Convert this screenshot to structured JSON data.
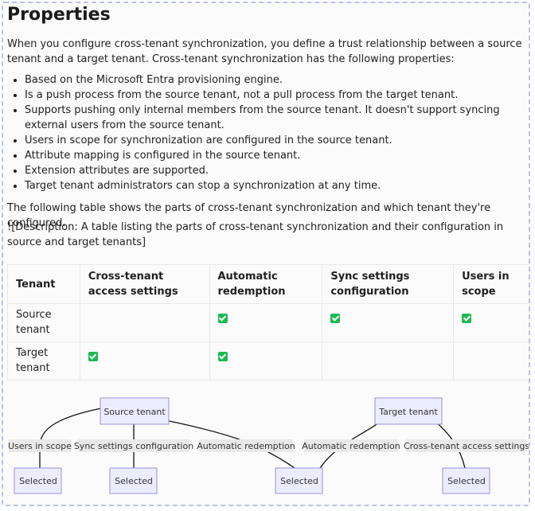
{
  "heading": "Properties",
  "intro": "When you configure cross-tenant synchronization, you define a trust relationship between a source tenant and a target tenant. Cross-tenant synchronization has the following properties:",
  "bullets": [
    "Based on the Microsoft Entra provisioning engine.",
    "Is a push process from the source tenant, not a pull process from the target tenant.",
    "Supports pushing only internal members from the source tenant. It doesn't support syncing external users from the source tenant.",
    "Users in scope for synchronization are configured in the source tenant.",
    "Attribute mapping is configured in the source tenant.",
    "Extension attributes are supported.",
    "Target tenant administrators can stop a synchronization at any time."
  ],
  "table_intro": "The following table shows the parts of cross-tenant synchronization and which tenant they're configured.",
  "image_placeholder": "![Description: A table listing the parts of cross-tenant synchronization and their configuration in source and target tenants]",
  "table": {
    "headers": [
      "Tenant",
      "Cross-tenant access settings",
      "Automatic redemption",
      "Sync settings configuration",
      "Users in scope"
    ],
    "rows": [
      {
        "tenant": "Source tenant",
        "checks": [
          false,
          true,
          true,
          true
        ]
      },
      {
        "tenant": "Target tenant",
        "checks": [
          true,
          true,
          false,
          false
        ]
      }
    ]
  },
  "diagram": {
    "source_node": "Source tenant",
    "target_node": "Target tenant",
    "edge_labels": [
      "Users in scope",
      "Sync settings configuration",
      "Automatic redemption",
      "Automatic redemption",
      "Cross-tenant access settings"
    ],
    "leaf_label": "Selected"
  }
}
